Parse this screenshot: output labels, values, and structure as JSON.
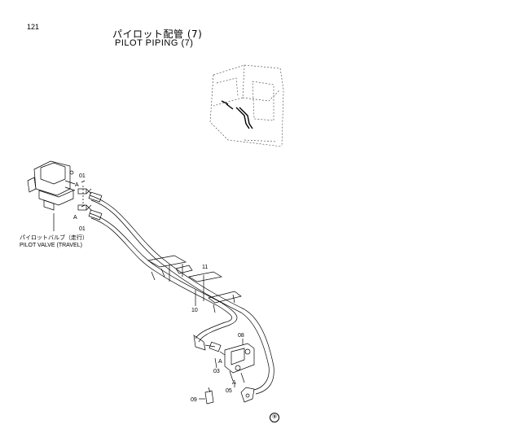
{
  "page_number": "121",
  "title_jp": "パイロット配管 (7)",
  "title_en": "PILOT PIPING (7)",
  "pilot_valve": {
    "label_jp": "パイロットバルブ（走行）",
    "label_en": "PILOT VALVE (TRAVEL)"
  },
  "callouts": {
    "p01_upper": "01",
    "p01_lower": "01",
    "view_a_upper": "A",
    "view_a_lower": "A",
    "p11": "11",
    "p10": "10",
    "p08": "08",
    "p03": "03",
    "view_a_fitting": "A",
    "view_a_bottom": "A",
    "p05": "05",
    "p09": "09"
  },
  "corner_mark": "⑨"
}
